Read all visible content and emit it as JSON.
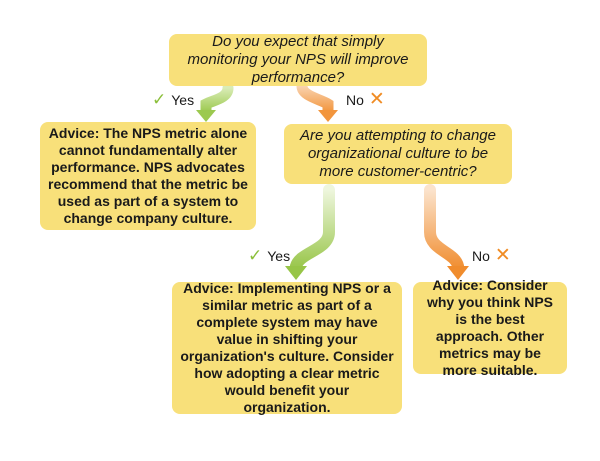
{
  "q1": {
    "text": "Do you expect that simply monitoring your NPS will improve performance?"
  },
  "q2": {
    "text": "Are you attempting to change organizational culture to be more customer-centric?"
  },
  "advice1": {
    "text": "Advice: The NPS metric alone cannot fundamentally alter performance. NPS advocates recommend that the metric be used as part of a system to change company culture."
  },
  "advice2": {
    "text": "Advice: Implementing NPS or a similar metric as part of a complete system may have value in shifting your organization's culture. Consider how adopting a clear metric would benefit your organization."
  },
  "advice3": {
    "text": "Advice: Consider why you think NPS is the best approach. Other metrics may be more suitable."
  },
  "labels": {
    "yes": "Yes",
    "no": "No",
    "check": "✓",
    "cross": "✕"
  },
  "colors": {
    "box": "#f8e07a",
    "yes_arrow": "#a9d065",
    "no_arrow": "#f3a35a"
  }
}
